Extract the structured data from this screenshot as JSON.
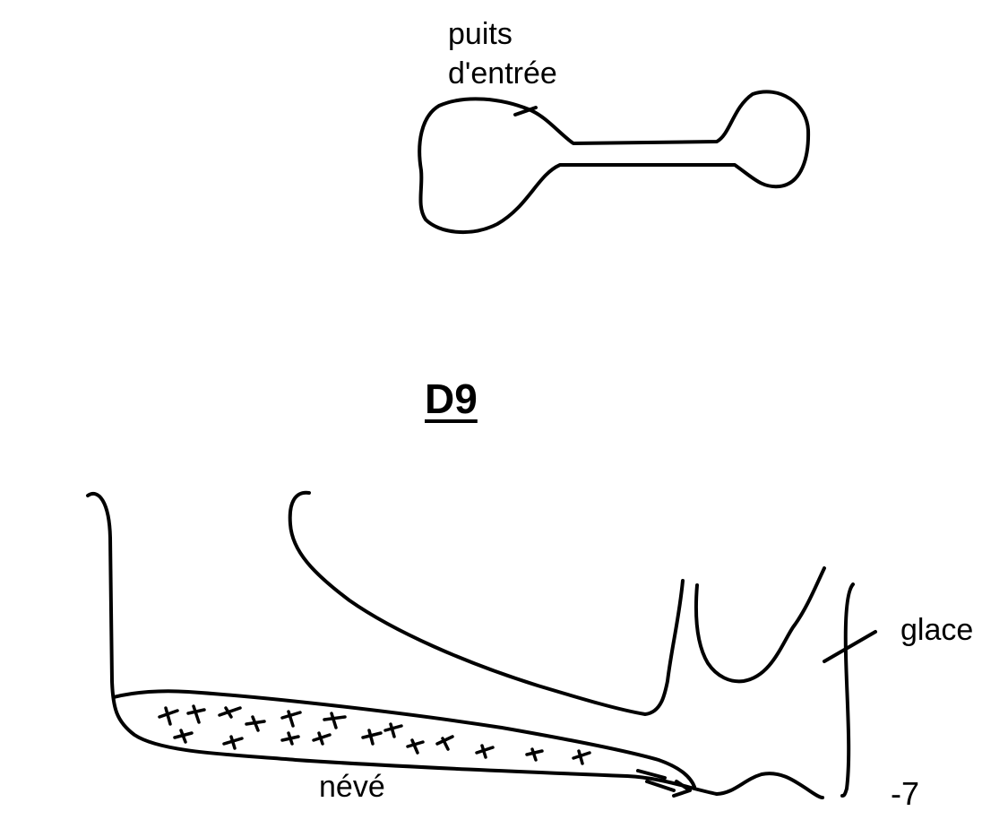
{
  "plan_view": {
    "entrance_label": "puits d'entrée"
  },
  "title": "D9",
  "section_view": {
    "ice_label": "glace",
    "snow_label": "névé",
    "depth_label": "-7"
  }
}
